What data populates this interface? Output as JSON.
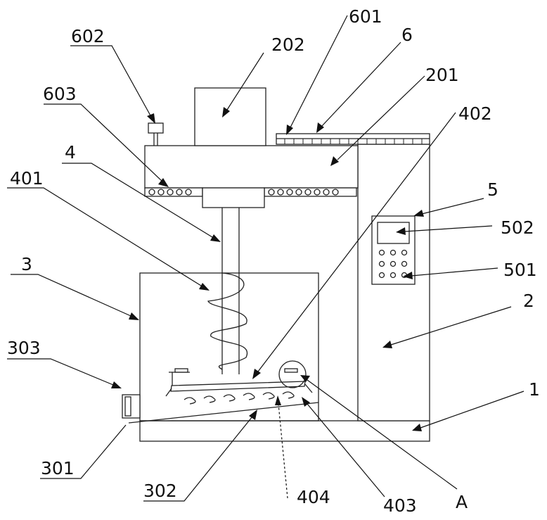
{
  "labels": {
    "l_1": "1",
    "l_2": "2",
    "l_3": "3",
    "l_4": "4",
    "l_5": "5",
    "l_6": "6",
    "l_201": "201",
    "l_202": "202",
    "l_301": "301",
    "l_302": "302",
    "l_303": "303",
    "l_401": "401",
    "l_402": "402",
    "l_403": "403",
    "l_404": "404",
    "l_501": "501",
    "l_502": "502",
    "l_601": "601",
    "l_602": "602",
    "l_603": "603",
    "l_A": "A"
  }
}
